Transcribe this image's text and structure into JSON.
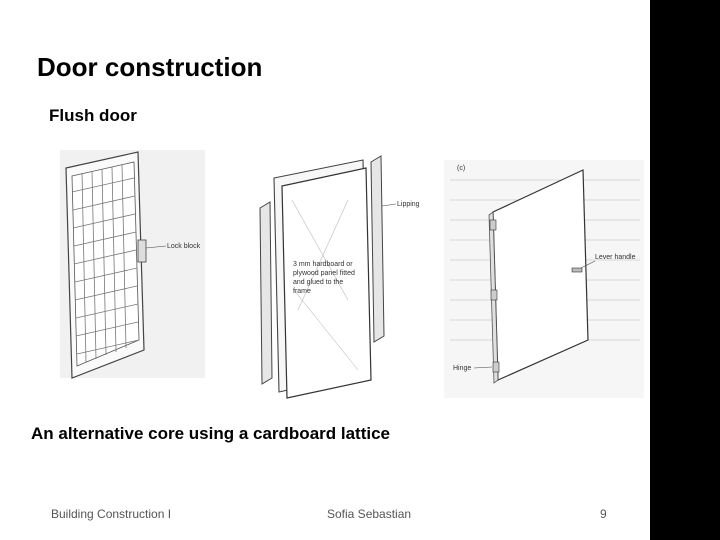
{
  "slide": {
    "title": "Door construction",
    "subtitle": "Flush door",
    "caption": "An alternative core using a cardboard lattice"
  },
  "figure": {
    "label_lock_block": "Lock block",
    "label_lipping": "Lipping",
    "label_panel": [
      "3 mm hardboard or",
      "plywood panel fitted",
      "and glued to the",
      "frame"
    ],
    "label_part": "(c)",
    "label_lever_handle": "Lever handle",
    "label_hinge": "Hinge"
  },
  "footer": {
    "course": "Building Construction I",
    "author": "Sofia Sebastian",
    "page": "9"
  },
  "colors": {
    "side_bar": "#000000",
    "footer_text": "#555555"
  }
}
